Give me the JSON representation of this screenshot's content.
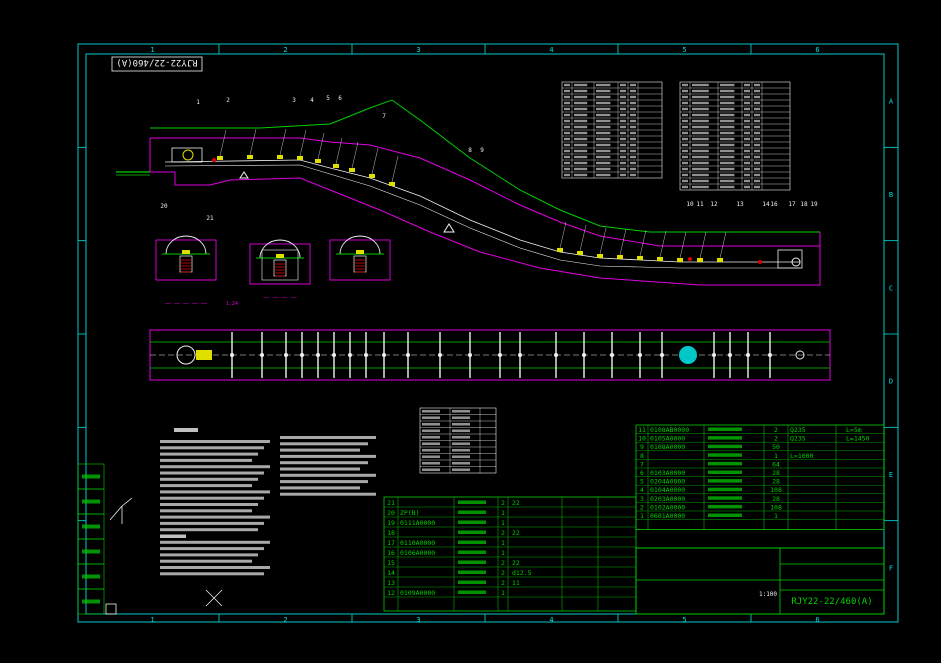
{
  "drawing": {
    "stamp": "RJY22-22/460(A)",
    "zone_cols": [
      "1",
      "2",
      "3",
      "4",
      "5",
      "6"
    ],
    "zone_rows": [
      "A",
      "B",
      "C",
      "D",
      "E",
      "F"
    ],
    "leader_labels": [
      "1",
      "2",
      "3",
      "4",
      "5",
      "6",
      "7",
      "8",
      "9",
      "10",
      "11",
      "12",
      "13",
      "14",
      "16",
      "17",
      "18",
      "19",
      "20",
      "21"
    ],
    "scale_label": "1:24",
    "front_view_label": "1:24"
  },
  "parts_table_right": {
    "rows": [
      {
        "no": "11",
        "code": "0108AB0000",
        "qty": "2",
        "mat": "Q235",
        "note": "L=5m"
      },
      {
        "no": "10",
        "code": "0105A0000",
        "qty": "2",
        "mat": "Q235",
        "note": "L=1450"
      },
      {
        "no": "9",
        "code": "0108A0000",
        "qty": "50",
        "mat": "",
        "note": ""
      },
      {
        "no": "8",
        "code": "",
        "qty": "1",
        "mat": "L=1000",
        "note": ""
      },
      {
        "no": "7",
        "code": "",
        "qty": "64",
        "mat": "",
        "note": ""
      },
      {
        "no": "6",
        "code": "0103A0000",
        "qty": "28",
        "mat": "",
        "note": ""
      },
      {
        "no": "5",
        "code": "0204A0000",
        "qty": "28",
        "mat": "",
        "note": ""
      },
      {
        "no": "4",
        "code": "0104A0000",
        "qty": "108",
        "mat": "",
        "note": ""
      },
      {
        "no": "3",
        "code": "0203A0000",
        "qty": "28",
        "mat": "",
        "note": ""
      },
      {
        "no": "2",
        "code": "0102A0000",
        "qty": "108",
        "mat": "",
        "note": ""
      },
      {
        "no": "1",
        "code": "0601A0000",
        "qty": "1",
        "mat": "",
        "note": ""
      }
    ]
  },
  "parts_table_left": {
    "rows": [
      {
        "no": "21",
        "code": "",
        "qty": "2",
        "mat": "22"
      },
      {
        "no": "20",
        "code": "ZP(B)",
        "qty": "1",
        "mat": ""
      },
      {
        "no": "19",
        "code": "0111A0000",
        "qty": "1",
        "mat": ""
      },
      {
        "no": "18",
        "code": "",
        "qty": "2",
        "mat": "22"
      },
      {
        "no": "17",
        "code": "0110A0000",
        "qty": "1",
        "mat": ""
      },
      {
        "no": "16",
        "code": "0106A0000",
        "qty": "1",
        "mat": ""
      },
      {
        "no": "15",
        "code": "",
        "qty": "2",
        "mat": "22"
      },
      {
        "no": "14",
        "code": "",
        "qty": "2",
        "mat": "d12.5"
      },
      {
        "no": "13",
        "code": "",
        "qty": "2",
        "mat": "11"
      },
      {
        "no": "12",
        "code": "0109A0000",
        "qty": "1",
        "mat": ""
      }
    ]
  },
  "title_block": {
    "drawing_no": "RJY22-22/460(A)",
    "scale": "1:100"
  },
  "side_strip_labels": [
    "",
    "",
    "",
    "",
    "",
    ""
  ],
  "colors": {
    "frame": "#00e0e0",
    "white": "#f0f0f0",
    "green": "#00d000",
    "magenta": "#e000e0",
    "yellow": "#e0e000",
    "red": "#e00000",
    "cyan": "#00e0e0"
  }
}
